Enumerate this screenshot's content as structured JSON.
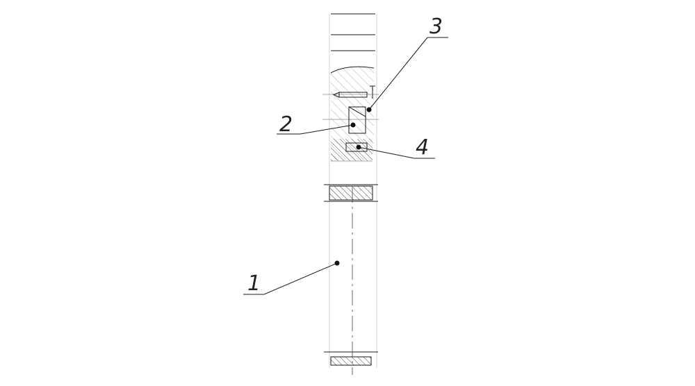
{
  "callouts": {
    "part_1": "1",
    "part_2": "2",
    "part_3": "3",
    "part_4": "4"
  },
  "colors": {
    "line": "#1a1a1a",
    "hatch": "#9a9a9a",
    "background": "#ffffff"
  }
}
